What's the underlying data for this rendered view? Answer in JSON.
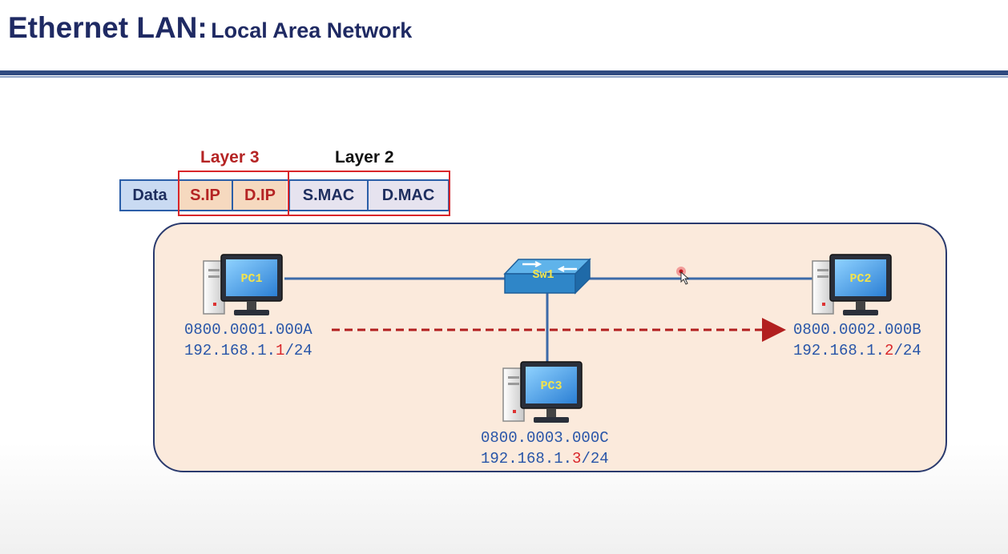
{
  "title": {
    "main": "Ethernet LAN:",
    "sub": "Local Area Network"
  },
  "layers": {
    "layer3": "Layer 3",
    "layer2": "Layer 2"
  },
  "frame_fields": [
    "Data",
    "S.IP",
    "D.IP",
    "S.MAC",
    "D.MAC"
  ],
  "devices": {
    "pc1": {
      "label": "PC1",
      "mac": "0800.0001.000A",
      "ip_prefix": "192.168.1.",
      "ip_host": "1",
      "ip_suffix": "/24"
    },
    "pc2": {
      "label": "PC2",
      "mac": "0800.0002.000B",
      "ip_prefix": "192.168.1.",
      "ip_host": "2",
      "ip_suffix": "/24"
    },
    "pc3": {
      "label": "PC3",
      "mac": "0800.0003.000C",
      "ip_prefix": "192.168.1.",
      "ip_host": "3",
      "ip_suffix": "/24"
    },
    "switch": {
      "label": "Sw1"
    }
  },
  "colors": {
    "title": "#1f2a63",
    "layer3": "#b52424",
    "data_field": "#c9daf2",
    "ip_field": "#f6d9bf",
    "mac_field": "#e6e3ef",
    "lan_background": "#fbeadc",
    "link": "#3c6aa9",
    "arrow": "#b21f1f"
  },
  "icons": {
    "pc": "desktop-computer-icon",
    "switch": "network-switch-icon",
    "cursor": "mouse-pointer-icon"
  }
}
